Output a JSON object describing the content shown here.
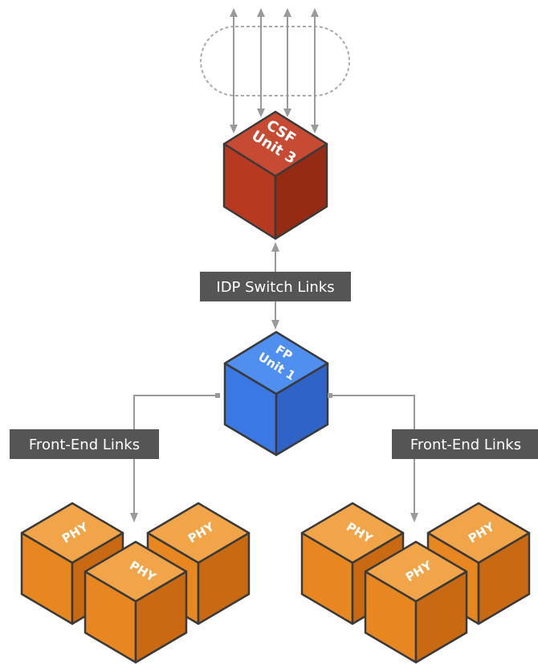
{
  "colors": {
    "csf": {
      "top": "#c74a33",
      "left": "#b73a20",
      "right": "#962b14"
    },
    "fp": {
      "top": "#4f8ff0",
      "left": "#3a78e6",
      "right": "#2f63c6"
    },
    "phy": {
      "top": "#f2a548",
      "left": "#e8861f",
      "right": "#c96a12"
    },
    "arrows": "#9a9a9a",
    "label_bg": "#555555"
  },
  "nodes": {
    "csf": {
      "line1": "CSF",
      "line2": "Unit 3"
    },
    "fp": {
      "line1": "FP",
      "line2": "Unit 1"
    },
    "phy_label": "PHY"
  },
  "labels": {
    "idp_switch_links": "IDP Switch Links",
    "front_end_links_left": "Front-End Links",
    "front_end_links_right": "Front-End Links"
  }
}
